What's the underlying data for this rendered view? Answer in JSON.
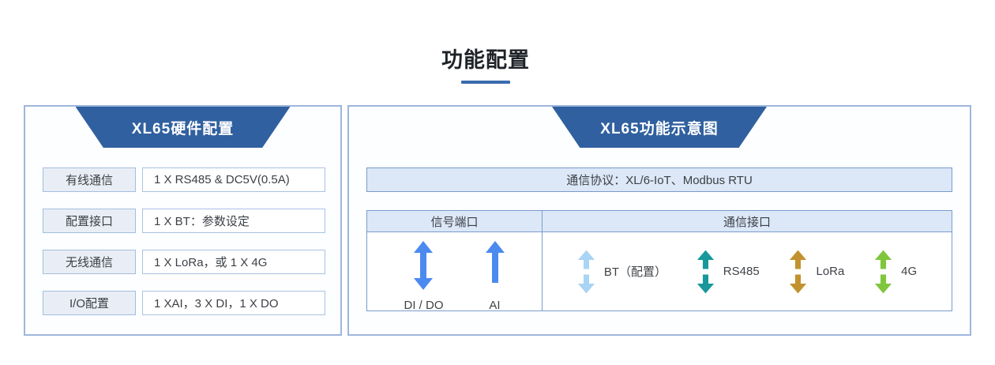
{
  "page": {
    "title": "功能配置"
  },
  "colors": {
    "banner_blue": "#30609f",
    "title_underline": "#3a6bad",
    "panel_border": "#9db6dd",
    "table_border": "#7a9ccd",
    "table_header_bg": "#dce8f7",
    "signal_arrow_blue": "#4b8bf0",
    "bt_light_blue": "#a9d4f3",
    "rs485_teal": "#17989b",
    "lora_gold": "#c2922e",
    "g4_green": "#80c63d"
  },
  "left_panel": {
    "header": "XL65硬件配置",
    "rows": [
      {
        "label": "有线通信",
        "value": "1 X RS485 & DC5V(0.5A)"
      },
      {
        "label": "配置接口",
        "value": "1 X BT：参数设定"
      },
      {
        "label": "无线通信",
        "value": "1 X LoRa，或 1 X 4G"
      },
      {
        "label": "I/O配置",
        "value": "1 XAI，3 X DI，1 X DO"
      }
    ]
  },
  "right_panel": {
    "header": "XL65功能示意图",
    "protocol": "通信协议：XL/6-IoT、Modbus RTU",
    "table": {
      "signal_header": "信号端口",
      "comm_header": "通信接口",
      "signal_items": [
        {
          "label": "DI / DO",
          "arrow": "double",
          "color": "#4b8bf0"
        },
        {
          "label": "AI",
          "arrow": "up",
          "color": "#4b8bf0"
        }
      ],
      "comm_items": [
        {
          "label": "BT（配置）",
          "arrow": "double-split",
          "color": "#a9d4f3"
        },
        {
          "label": "RS485",
          "arrow": "double-split",
          "color": "#17989b"
        },
        {
          "label": "LoRa",
          "arrow": "double-split",
          "color": "#c2922e"
        },
        {
          "label": "4G",
          "arrow": "double-split",
          "color": "#80c63d"
        }
      ]
    }
  }
}
